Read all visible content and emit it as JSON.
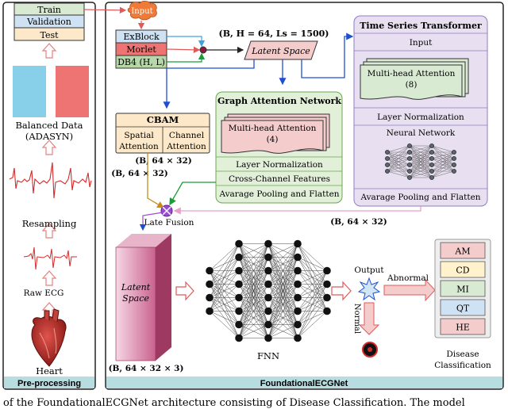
{
  "preprocessing": {
    "split": [
      "Train",
      "Validation",
      "Test"
    ],
    "balanced_label": "Balanced Data",
    "adasyn_label": "(ADASYN)",
    "resampling_label": "Resampling",
    "raw_ecg_label": "Raw ECG",
    "heart_label": "Heart",
    "footer": "Pre-processing"
  },
  "main": {
    "input_label": "Input",
    "exblock_label": "ExBlock",
    "morlet_label": "Morlet",
    "db4_label": "DB4 (H, L)",
    "dims_label": "(B, H = 64, Ls = 1500)",
    "latent_space_label": "Latent Space",
    "cbam": {
      "title": "CBAM",
      "spatial": [
        "Spatial",
        "Attention"
      ],
      "channel": [
        "Channel",
        "Attention"
      ]
    },
    "gat": {
      "title": "Graph Attention Network",
      "mha": [
        "Multi-head Attention",
        "(4)"
      ],
      "layers": [
        "Layer Normalization",
        "Cross-Channel Features",
        "Avarage Pooling and Flatten"
      ]
    },
    "tst": {
      "title": "Time Series Transformer",
      "input": "Input",
      "mha": [
        "Multi-head Attention",
        "(8)"
      ],
      "layernorm": "Layer Normalization",
      "nn": "Neural Network",
      "pooling": "Avarage Pooling and Flatten"
    },
    "dim_cbam": "(B, 64 × 32)",
    "dim_gat": "(B, 64 × 32)",
    "dim_tst": "(B, 64 × 32)",
    "late_fusion_label": "Late Fusion",
    "latent_block": [
      "Latent",
      "Space"
    ],
    "latent_dim": "(B, 64 × 32 × 3)",
    "fnn_label": "FNN",
    "output_label": "Output",
    "abnormal_label": "Abnormal",
    "normal_label": "Normal",
    "classes": [
      "AM",
      "CD",
      "MI",
      "QT",
      "HE"
    ],
    "class_colors": [
      "#f4cccc",
      "#fff2cc",
      "#d9ead3",
      "#cfe2f3",
      "#f4cccc"
    ],
    "disease_label": [
      "Disease",
      "Classification"
    ],
    "footer": "FoundationalECGNet"
  },
  "caption": "of the FoundationalECGNet architecture consisting of Disease Classification. The model",
  "colors": {
    "teal": "#b7dde0",
    "gat_fill": "#e2efd9",
    "tst_fill": "#e8dff0",
    "cbam_fill": "#fde9c9",
    "pink": "#f4cccc",
    "arrow_pink": "#f4a6a6"
  }
}
